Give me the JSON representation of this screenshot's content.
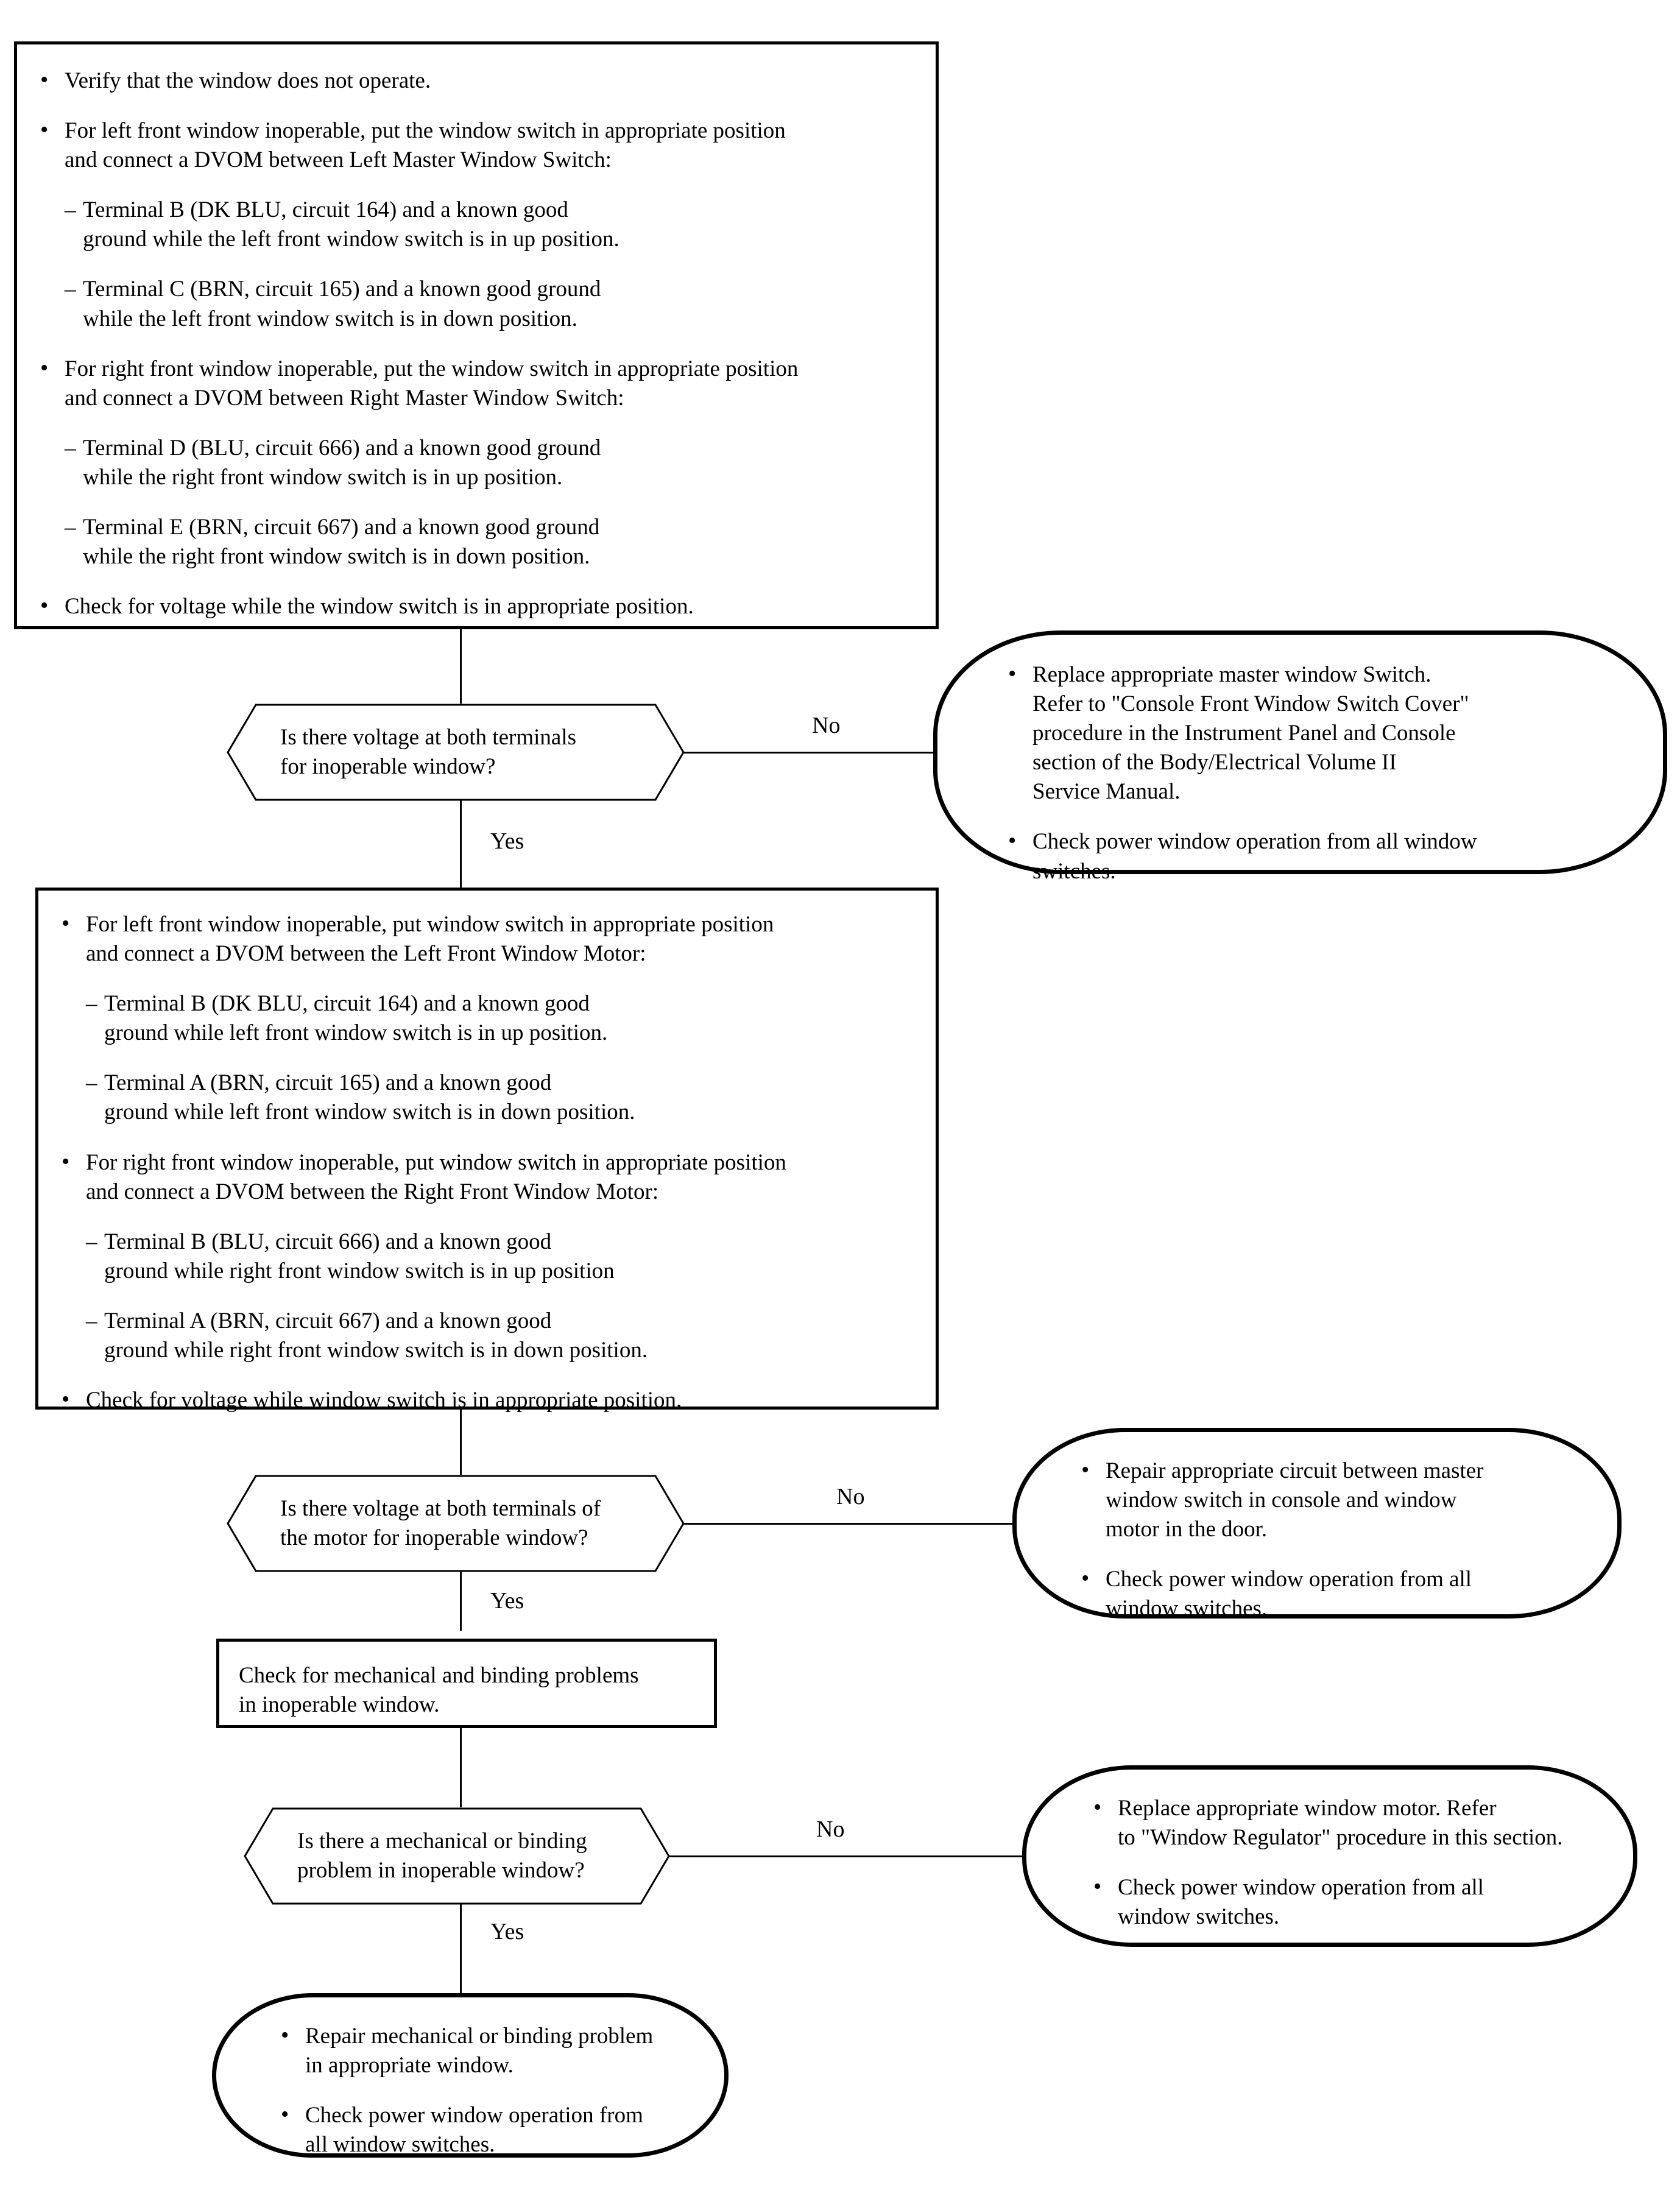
{
  "diagram": {
    "type": "flowchart",
    "title": "Power Window Inoperable Diagnostic Flowchart",
    "nodes": {
      "step1": {
        "shape": "rectangle",
        "bullets": [
          {
            "text": "Verify that the window does not operate."
          },
          {
            "text_lines": [
              "For left front window inoperable, put the window switch in appropriate position",
              "and connect a DVOM between Left Master Window Switch:"
            ],
            "sub": [
              {
                "lines": [
                  "Terminal B (DK BLU, circuit 164) and a known good",
                  "ground while the left front window switch is in up position."
                ]
              },
              {
                "lines": [
                  "Terminal C (BRN, circuit 165) and a known good ground",
                  "while the left front window switch is in down position."
                ]
              }
            ]
          },
          {
            "text_lines": [
              "For right front window inoperable, put the window switch in appropriate position",
              "and connect a DVOM between Right Master Window Switch:"
            ],
            "sub": [
              {
                "lines": [
                  "Terminal D (BLU, circuit 666) and a known good ground",
                  "while the right front window switch is in up position."
                ]
              },
              {
                "lines": [
                  "Terminal E (BRN, circuit 667) and a known good ground",
                  "while the right front window switch is in down position."
                ]
              }
            ]
          },
          {
            "text": "Check for voltage while the window switch is in appropriate position."
          }
        ]
      },
      "decision1": {
        "shape": "hexagon",
        "lines": [
          "Is there voltage at both terminals",
          "for inoperable window?"
        ],
        "yes_label": "Yes",
        "no_label": "No"
      },
      "result1": {
        "shape": "rounded",
        "bullets": [
          {
            "lines": [
              "Replace appropriate master window Switch.",
              "Refer to \"Console Front Window Switch Cover\"",
              "procedure in the Instrument Panel and Console",
              "section of the Body/Electrical Volume II",
              "Service Manual."
            ]
          },
          {
            "lines": [
              "Check power window operation from all window",
              "switches."
            ]
          }
        ]
      },
      "step2": {
        "shape": "rectangle",
        "bullets": [
          {
            "text_lines": [
              "For left front window inoperable, put window switch in appropriate position",
              "and connect a DVOM between the Left Front Window Motor:"
            ],
            "sub": [
              {
                "lines": [
                  "Terminal B (DK BLU, circuit 164) and a known good",
                  "ground while left front window switch is in up position."
                ]
              },
              {
                "lines": [
                  "Terminal A (BRN, circuit 165) and a known good",
                  "ground while left front window switch is in down position."
                ]
              }
            ]
          },
          {
            "text_lines": [
              "For right front window inoperable, put window switch in appropriate position",
              "and connect a DVOM between the Right Front Window Motor:"
            ],
            "sub": [
              {
                "lines": [
                  "Terminal B (BLU, circuit 666) and a known good",
                  "ground while right front window switch is in up position"
                ]
              },
              {
                "lines": [
                  "Terminal A (BRN, circuit 667) and a known good",
                  "ground while right front window switch is in down position."
                ]
              }
            ]
          },
          {
            "text": "Check for voltage while window switch is in appropriate position."
          }
        ]
      },
      "decision2": {
        "shape": "hexagon",
        "lines": [
          "Is there voltage at both terminals of",
          "the motor for inoperable window?"
        ],
        "yes_label": "Yes",
        "no_label": "No"
      },
      "result2": {
        "shape": "rounded",
        "bullets": [
          {
            "lines": [
              "Repair appropriate circuit between master",
              "window switch in console and window",
              "motor in the door."
            ]
          },
          {
            "lines": [
              "Check power window operation from all",
              "window switches."
            ]
          }
        ]
      },
      "step3": {
        "shape": "rectangle",
        "lines": [
          "Check for mechanical and binding problems",
          "in inoperable window."
        ]
      },
      "decision3": {
        "shape": "hexagon",
        "lines": [
          "Is there a mechanical or binding",
          "problem in inoperable window?"
        ],
        "yes_label": "Yes",
        "no_label": "No"
      },
      "result3": {
        "shape": "rounded",
        "bullets": [
          {
            "lines": [
              "Replace appropriate window motor. Refer",
              "to \"Window Regulator\" procedure in this section."
            ]
          },
          {
            "lines": [
              "Check power window operation from all",
              "window switches."
            ]
          }
        ]
      },
      "result4": {
        "shape": "rounded",
        "bullets": [
          {
            "lines": [
              "Repair mechanical or binding problem",
              "in appropriate window."
            ]
          },
          {
            "lines": [
              "Check power window operation from",
              "all window switches."
            ]
          }
        ]
      }
    },
    "colors": {
      "stroke": "#000000",
      "background": "#ffffff",
      "text": "#000000"
    }
  }
}
